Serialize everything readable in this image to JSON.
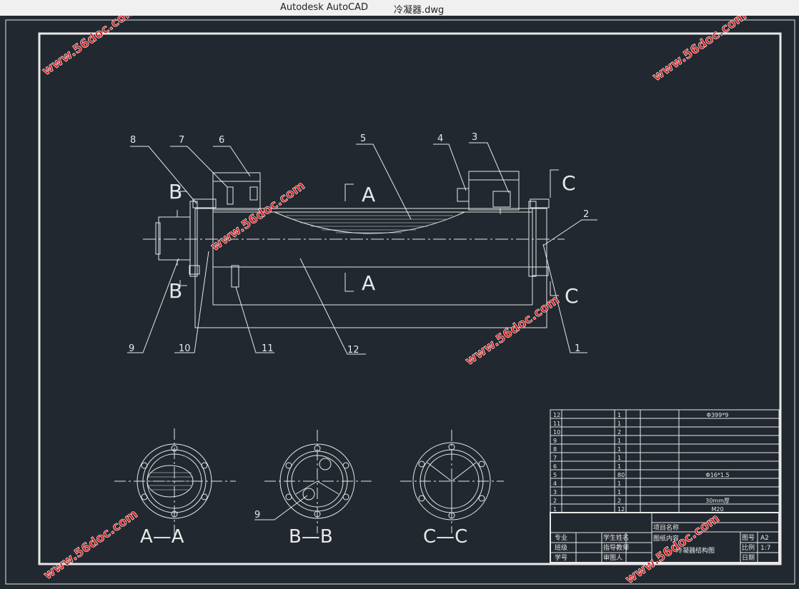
{
  "window": {
    "app_title": "Autodesk AutoCAD",
    "file_name": "冷凝器.dwg"
  },
  "watermark": "www.56doc.com",
  "drawing": {
    "balloons": [
      "1",
      "2",
      "3",
      "4",
      "5",
      "6",
      "7",
      "8",
      "9",
      "10",
      "11",
      "12"
    ],
    "section_marks": {
      "a_top": "A",
      "a_bottom": "A",
      "b_top": "B",
      "b_bottom": "B",
      "c_top": "C",
      "c_bottom": "C"
    },
    "section_views": [
      "A—A",
      "B—B",
      "C—C"
    ],
    "section_b_balloon": "9"
  },
  "parts_list": {
    "rows": [
      {
        "no": "12",
        "qty": "1",
        "spec": "Φ399*9"
      },
      {
        "no": "11",
        "qty": "1",
        "spec": ""
      },
      {
        "no": "10",
        "qty": "2",
        "spec": ""
      },
      {
        "no": "9",
        "qty": "1",
        "spec": ""
      },
      {
        "no": "8",
        "qty": "1",
        "spec": ""
      },
      {
        "no": "7",
        "qty": "1",
        "spec": ""
      },
      {
        "no": "6",
        "qty": "1",
        "spec": ""
      },
      {
        "no": "5",
        "qty": "80",
        "spec": "Φ16*1.5"
      },
      {
        "no": "4",
        "qty": "1",
        "spec": ""
      },
      {
        "no": "3",
        "qty": "1",
        "spec": ""
      },
      {
        "no": "2",
        "qty": "2",
        "spec": "30mm厚"
      },
      {
        "no": "1",
        "qty": "12",
        "spec": "M20"
      }
    ]
  },
  "title_block": {
    "project_label": "项目名称",
    "drawing_content_label": "图纸内容",
    "drawing_title": "冷凝器结构图",
    "sheet_label": "图号",
    "sheet_value": "A2",
    "scale_label": "比例",
    "scale_value": "1:7",
    "date_label": "日期",
    "major_label": "专业",
    "class_label": "班级",
    "student_no_label": "学号",
    "student_name_label": "学生姓名",
    "advisor_label": "指导教师",
    "reviewer_label": "审图人"
  }
}
